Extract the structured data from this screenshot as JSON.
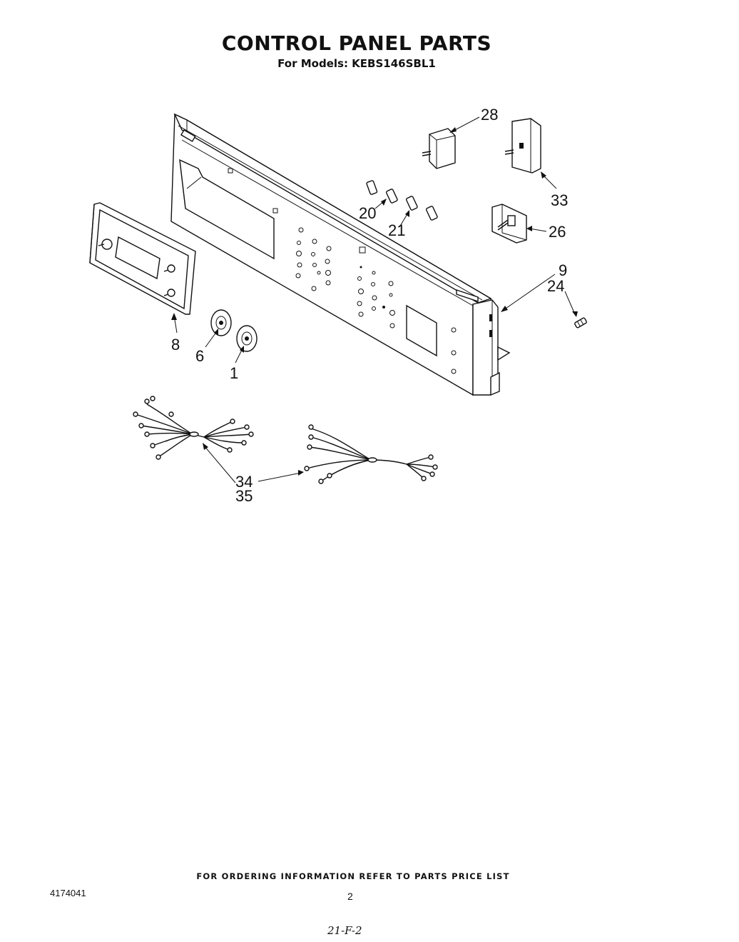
{
  "header": {
    "title": "CONTROL PANEL PARTS",
    "subtitle": "For Models: KEBS146SBL1"
  },
  "callouts": [
    {
      "id": "c28",
      "text": "28"
    },
    {
      "id": "c33",
      "text": "33"
    },
    {
      "id": "c20",
      "text": "20"
    },
    {
      "id": "c21",
      "text": "21"
    },
    {
      "id": "c26",
      "text": "26"
    },
    {
      "id": "c9",
      "text": "9"
    },
    {
      "id": "c24",
      "text": "24"
    },
    {
      "id": "c8",
      "text": "8"
    },
    {
      "id": "c6",
      "text": "6"
    },
    {
      "id": "c1",
      "text": "1"
    },
    {
      "id": "c34",
      "text": "34"
    },
    {
      "id": "c35",
      "text": "35"
    }
  ],
  "footer": {
    "note": "FOR ORDERING INFORMATION REFER TO PARTS PRICE LIST",
    "doc_number": "4174041",
    "page_number": "2",
    "handwritten": "21-F-2"
  }
}
